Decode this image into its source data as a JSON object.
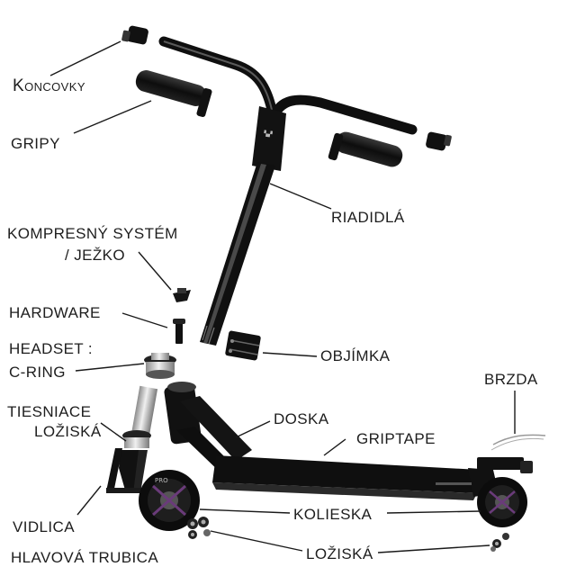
{
  "diagram": {
    "labels": {
      "koncovky": "Koncovky",
      "gripy": "GRIPY",
      "riadidla": "RIADIDLÁ",
      "kompresny_1": "KOMPRESNÝ SYSTÉM",
      "kompresny_2": "/ JEŽKO",
      "hardware": "HARDWARE",
      "headset_1": "HEADSET :",
      "headset_2": "C-RING",
      "objimka": "OBJÍMKA",
      "tiesniace_1": "TIESNIACE",
      "tiesniace_2": "LOŽISKÁ",
      "brzda": "BRZDA",
      "doska": "DOSKA",
      "griptape": "GRIPTAPE",
      "vidlica": "VIDLICA",
      "kolieska": "KOLIESKA",
      "hlavova_trubica": "HLAVOVÁ TRUBICA",
      "loziska": "LOŽISKÁ"
    },
    "deck_graphic_text": "PRO",
    "colors": {
      "ink": "#111111",
      "line": "#1a1a1a",
      "metal": "#bdbdbd",
      "background": "#ffffff"
    }
  }
}
